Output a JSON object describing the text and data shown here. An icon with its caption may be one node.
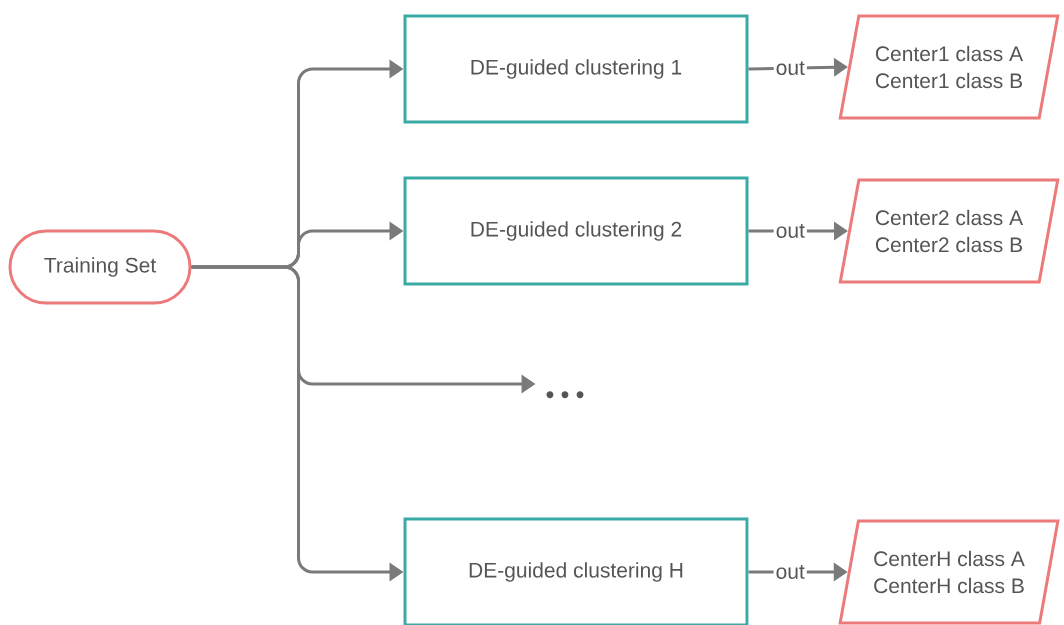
{
  "diagram": {
    "nodes": [
      {
        "text": [
          "Training  Set"
        ]
      },
      {
        "text": [
          "DE-guided clustering 1"
        ]
      },
      {
        "text": [
          "Center1 class A",
          "Center1 class B"
        ]
      },
      {
        "text": [
          "DE-guided clustering 2"
        ]
      },
      {
        "text": [
          "Center2 class A",
          "Center2 class B"
        ]
      },
      {
        "text": [
          "• • •"
        ]
      },
      {
        "text": [
          "DE-guided clustering H"
        ]
      },
      {
        "text": [
          "CenterH class A",
          "CenterH class B"
        ]
      }
    ],
    "edges": [
      {
        "from": 0,
        "to": 1,
        "arrow": "to"
      },
      {
        "from": 0,
        "to": 3,
        "arrow": "to"
      },
      {
        "from": 0,
        "to": 5,
        "arrow": "to"
      },
      {
        "from": 0,
        "to": 6,
        "arrow": "to"
      },
      {
        "from": 1,
        "to": 2,
        "arrow": "to",
        "label": "out"
      },
      {
        "from": 3,
        "to": 4,
        "arrow": "to",
        "label": "out"
      },
      {
        "from": 6,
        "to": 7,
        "arrow": "to",
        "label": "out"
      }
    ]
  }
}
